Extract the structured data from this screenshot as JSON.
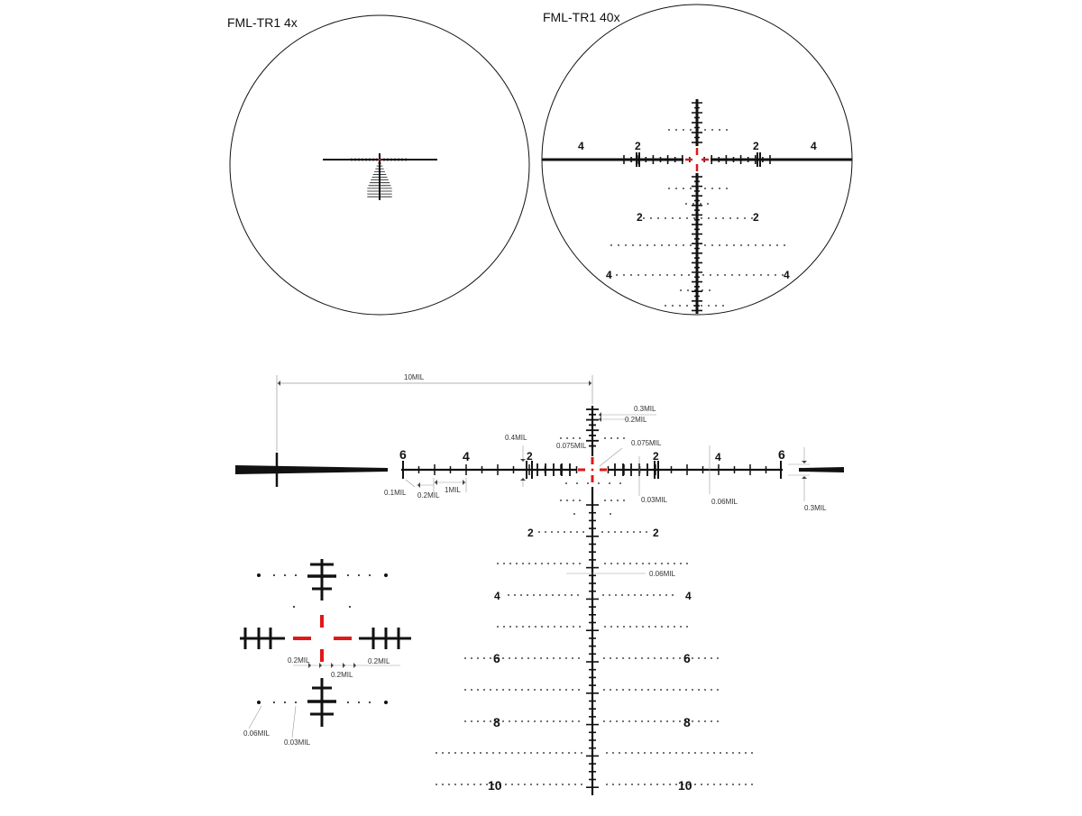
{
  "titles": {
    "left": "FML-TR1 4x",
    "right": "FML-TR1 40x"
  },
  "colors": {
    "ink": "#111111",
    "reticle_red": "#e01818",
    "dim_line": "#9a9a9a"
  },
  "right_scope": {
    "h_labels": [
      "4",
      "2",
      "2",
      "4"
    ],
    "v_labels": [
      "2",
      "2",
      "4",
      "4"
    ]
  },
  "detail": {
    "top_dim": "10MIL",
    "h_labels": [
      "6",
      "4",
      "2",
      "2",
      "4",
      "6"
    ],
    "v_labels_left": [
      "2",
      "4",
      "6",
      "8",
      "10"
    ],
    "v_labels_right": [
      "2",
      "4",
      "6",
      "8",
      "10"
    ],
    "dims": {
      "d03_top": "0.3MIL",
      "d02_top": "0.2MIL",
      "d04": "0.4MIL",
      "d0075_left": "0.075MIL",
      "d0075_right": "0.075MIL",
      "d01": "0.1MIL",
      "d02_left": "0.2MIL",
      "d1": "1MIL",
      "d003_center": "0.03MIL",
      "d006_h": "0.06MIL",
      "d03_right": "0.3MIL",
      "d006_v": "0.06MIL"
    }
  },
  "inset": {
    "dims": {
      "d02_a": "0.2MIL",
      "d02_b": "0.2MIL",
      "d02_c": "0.2MIL",
      "d006": "0.06MIL",
      "d003": "0.03MIL"
    }
  }
}
